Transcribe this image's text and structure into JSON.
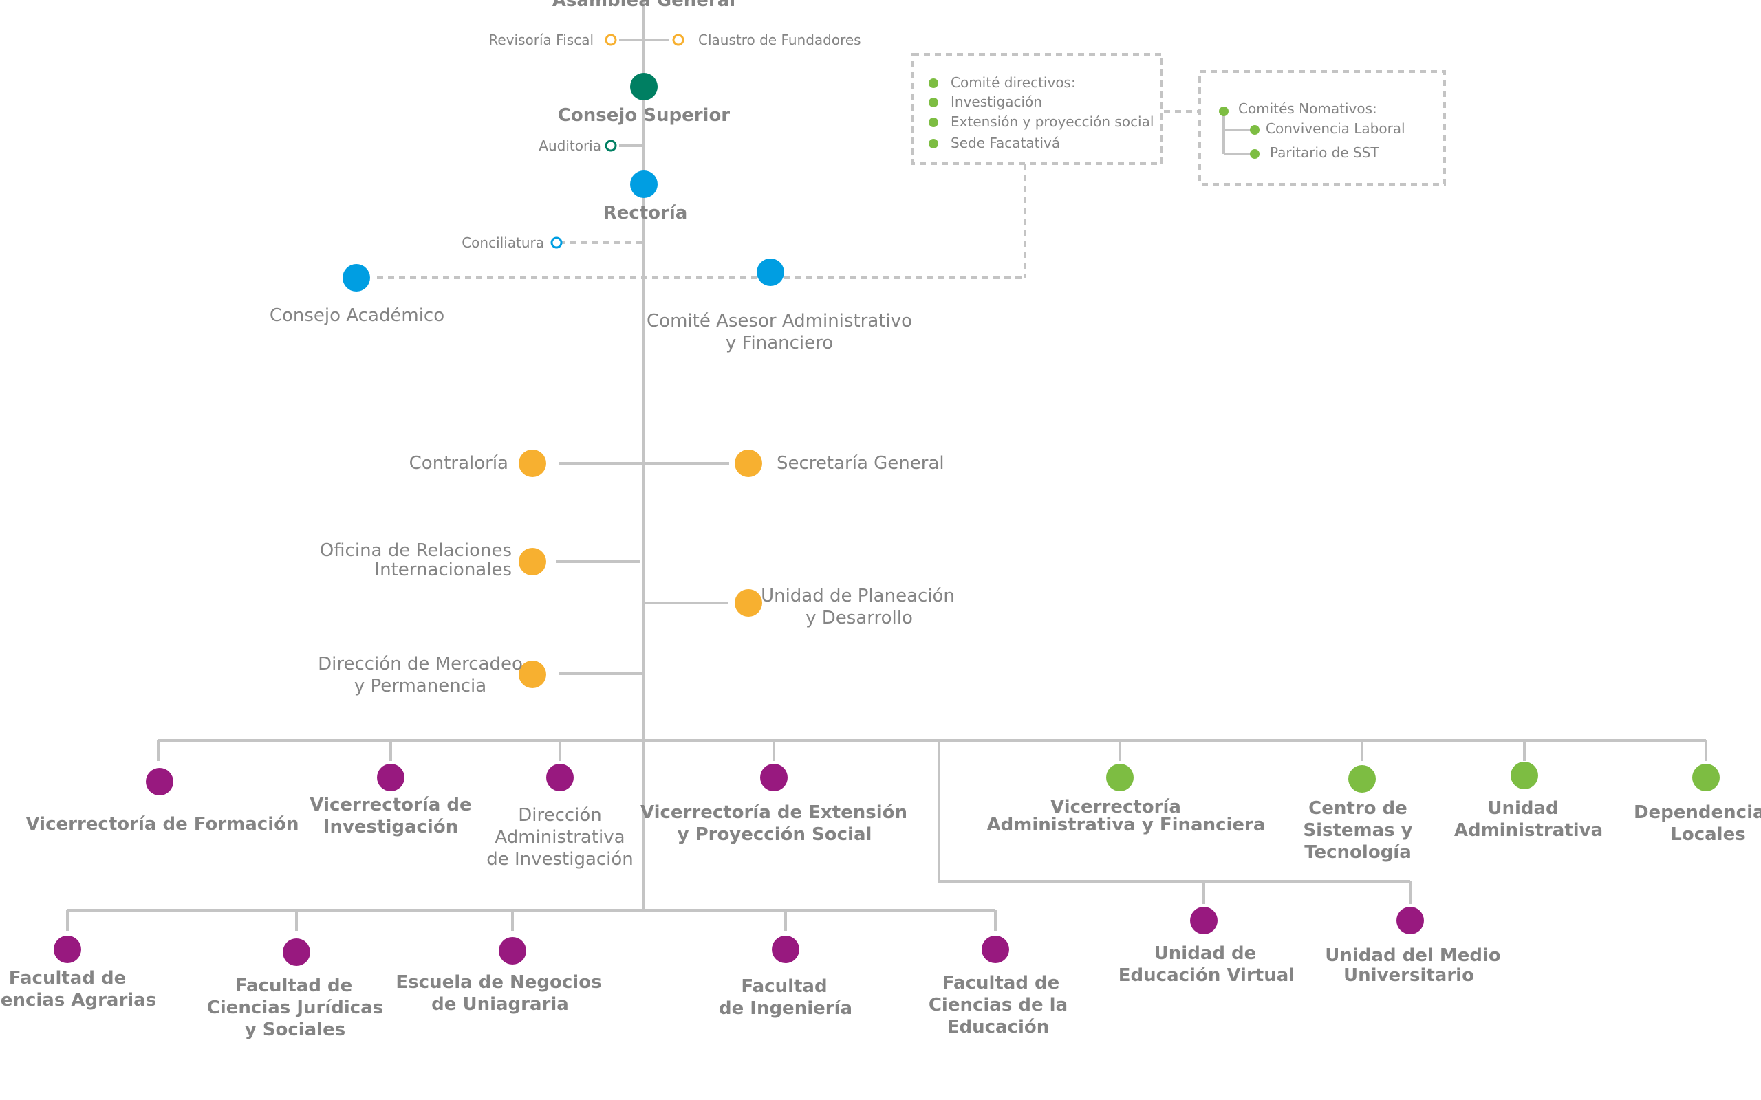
{
  "colors": {
    "dark_green": "#007f62",
    "blue": "#009ee2",
    "orange": "#f7b030",
    "purple": "#98197f",
    "green": "#7dbd42",
    "line": "#c4c4c4",
    "text": "#848484"
  },
  "top": {
    "asamblea": "Asamblea General",
    "revisoria": "Revisoría Fiscal",
    "claustro": "Claustro de Fundadores",
    "consejo_superior": "Consejo Superior",
    "auditoria": "Auditoria",
    "rectoria": "Rectoría",
    "conciliatura": "Conciliatura"
  },
  "committees": {
    "directivos": [
      "Comité directivos:",
      "Investigación",
      "Extensión y proyección social",
      "Sede Facatativá"
    ],
    "normativos_title": "Comités Nomativos:",
    "normativos": [
      "Convivencia Laboral",
      "Paritario de SST"
    ]
  },
  "advisory": {
    "consejo_academico": "Consejo Académico",
    "comite_asesor": [
      "Comité Asesor Administrativo",
      "y Financiero"
    ]
  },
  "staff": {
    "contraloria": "Contraloría",
    "secretaria": "Secretaría General",
    "relaciones": [
      "Oficina de Relaciones",
      "Internacionales"
    ],
    "planeacion": [
      "Unidad de Planeación",
      "y Desarrollo"
    ],
    "mercadeo": [
      "Dirección de Mercadeo",
      "y Permanencia"
    ]
  },
  "level1": {
    "formacion": "Vicerrectoría de Formación",
    "investigacion": [
      "Vicerrectoría de",
      "Investigación"
    ],
    "dir_investigacion": [
      "Dirección",
      "Administrativa",
      "de Investigación"
    ],
    "extension": [
      "Vicerrectoría de Extensión",
      "y Proyección Social"
    ],
    "administrativa_financiera": [
      "Vicerrectoría",
      "Administrativa y Financiera"
    ],
    "sistemas": [
      "Centro de",
      "Sistemas y",
      "Tecnología"
    ],
    "unidad_administrativa": [
      "Unidad",
      "Administrativa"
    ],
    "dependencias": [
      "Dependencias",
      "Locales"
    ]
  },
  "level2": {
    "agrarias": [
      "Facultad de",
      "Ciencias Agrarias"
    ],
    "juridicas": [
      "Facultad de",
      "Ciencias Jurídicas",
      "y Sociales"
    ],
    "negocios": [
      "Escuela de Negocios",
      "de Uniagraria"
    ],
    "ingenieria": [
      "Facultad",
      "de Ingeniería"
    ],
    "educacion": [
      "Facultad de",
      "Ciencias de la",
      "Educación"
    ],
    "virtual": [
      "Unidad de",
      "Educación Virtual"
    ],
    "medio": [
      "Unidad del Medio",
      "Universitario"
    ]
  }
}
